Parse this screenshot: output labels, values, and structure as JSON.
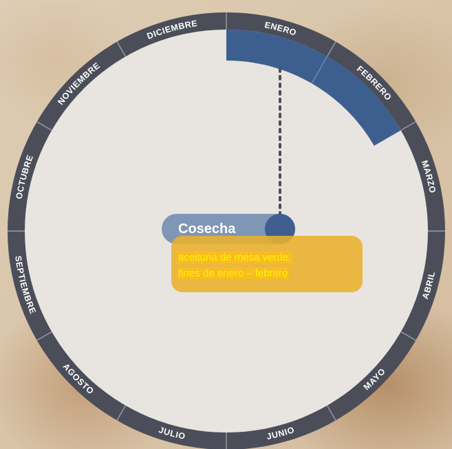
{
  "months": [
    {
      "label": "ENERO",
      "highlight": true
    },
    {
      "label": "FEBRERO",
      "highlight": true
    },
    {
      "label": "MARZO",
      "highlight": false
    },
    {
      "label": "ABRIL",
      "highlight": false
    },
    {
      "label": "MAYO",
      "highlight": false
    },
    {
      "label": "JUNIO",
      "highlight": false
    },
    {
      "label": "JULIO",
      "highlight": false
    },
    {
      "label": "AGOSTO",
      "highlight": false
    },
    {
      "label": "SEPTIEMBRE",
      "highlight": false
    },
    {
      "label": "OCTUBRE",
      "highlight": false
    },
    {
      "label": "NOVIEMBRE",
      "highlight": false
    },
    {
      "label": "DICIEMBRE",
      "highlight": false
    }
  ],
  "activity": {
    "title": "Cosecha",
    "note_line_1": "aceituna de mesa verde:",
    "note_line_2": "fines de enero – febrero"
  },
  "colors": {
    "ring": "#4b4e59",
    "face": "#f4f0ea",
    "highlight_arc": "#3d5f8f",
    "pill": "#7f96b6",
    "pill_dot": "#3f5f8f",
    "note_box": "#e9b22c",
    "note_text": "#fff200",
    "connector": "#4b4e59"
  }
}
